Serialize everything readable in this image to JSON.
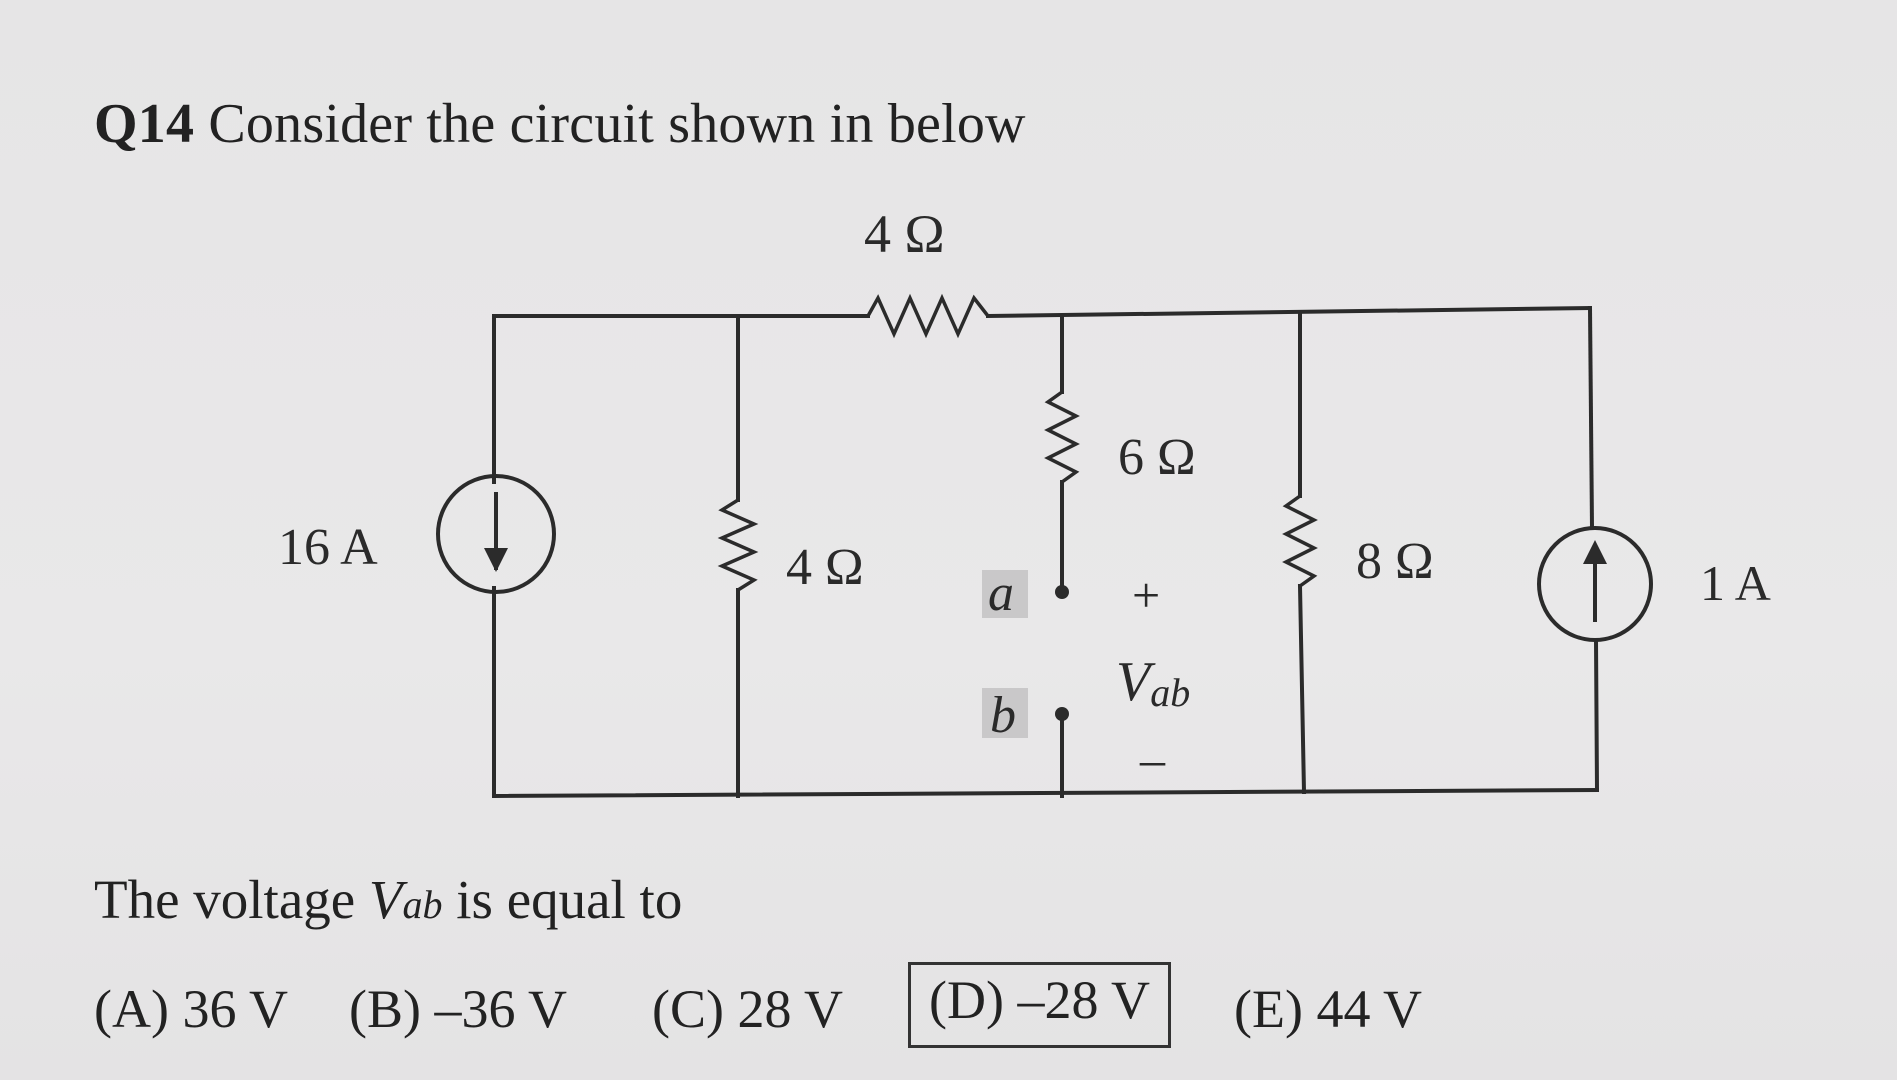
{
  "question": {
    "number": "Q14",
    "text": "Consider the circuit shown in below"
  },
  "circuit": {
    "top_resistor": "4 Ω",
    "left_source": "16 A",
    "left_resistor": "4 Ω",
    "middle_resistor": "6 Ω",
    "right_resistor": "8 Ω",
    "right_source": "1 A",
    "node_a": "a",
    "node_b": "b",
    "plus": "+",
    "minus": "–",
    "v_symbol": "V",
    "v_subscript": "ab"
  },
  "prompt": {
    "prefix": "The voltage ",
    "v_symbol": "V",
    "v_subscript": "ab",
    "suffix": " is equal to"
  },
  "answers": [
    {
      "label": "(A) 36 V"
    },
    {
      "label": "(B) –36 V"
    },
    {
      "label": "(C) 28 V"
    },
    {
      "label": "(D) –28 V"
    },
    {
      "label": "(E) 44 V"
    }
  ]
}
